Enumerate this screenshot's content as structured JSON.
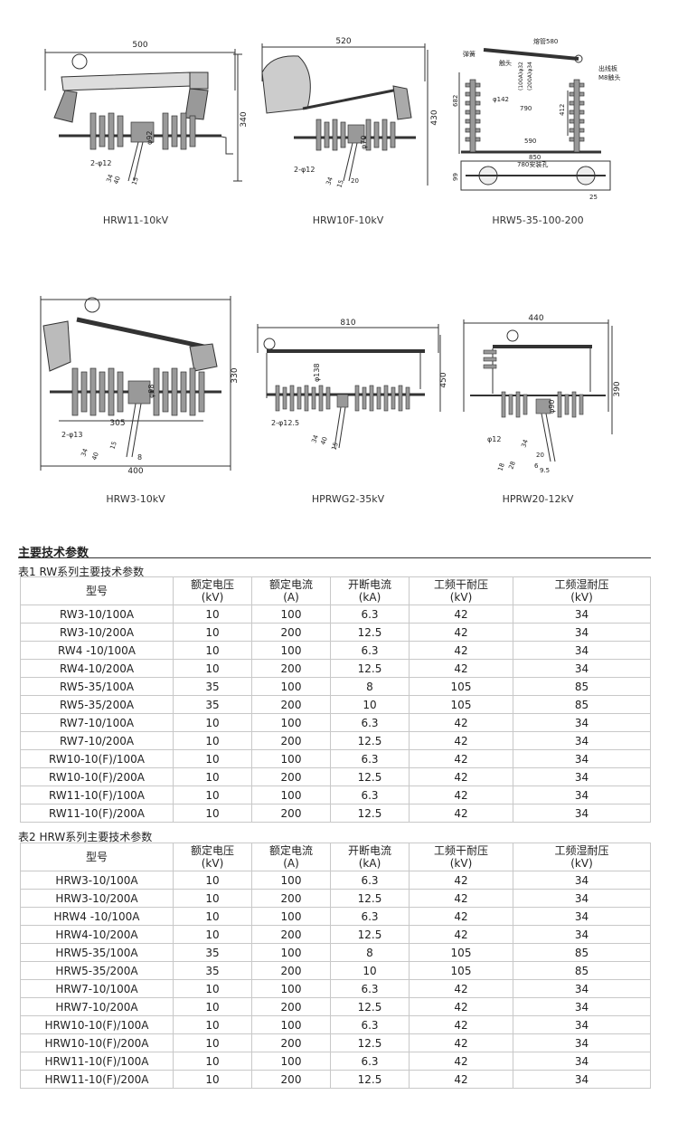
{
  "drawings": [
    {
      "caption": "HRW11-10kV",
      "dims": [
        "500",
        "340",
        "φ92",
        "2-φ12",
        "34",
        "40",
        "15"
      ]
    },
    {
      "caption": "HRW10F-10kV",
      "dims": [
        "520",
        "430",
        "φ70",
        "2-φ12",
        "34",
        "15",
        "20"
      ]
    },
    {
      "caption": "HRW5-35-100-200",
      "dims": [
        "熔管580",
        "弹簧",
        "触头",
        "出线板",
        "M8触头",
        "φ142",
        "790",
        "590",
        "850",
        "780安装孔",
        "682",
        "412",
        "99",
        "25",
        "(100A)φ32",
        "(200A)φ34"
      ]
    },
    {
      "caption": "HRW3-10kV",
      "dims": [
        "330",
        "305",
        "400",
        "φ98",
        "2-φ13",
        "34",
        "40",
        "15",
        "8"
      ]
    },
    {
      "caption": "HPRWG2-35kV",
      "dims": [
        "810",
        "450",
        "φ138",
        "2-φ12.5",
        "34",
        "40",
        "15"
      ]
    },
    {
      "caption": "HPRW20-12kV",
      "dims": [
        "440",
        "390",
        "φ90",
        "φ12",
        "34",
        "20",
        "28",
        "18",
        "6",
        "9.5"
      ]
    }
  ],
  "section_title": "主要技术参数",
  "header": {
    "model": "型号",
    "rated_voltage": [
      "额定电压",
      "(kV)"
    ],
    "rated_current": [
      "额定电流",
      "(A)"
    ],
    "breaking_current": [
      "开断电流",
      "(kA)"
    ],
    "dry_withstand": [
      "工频干耐压",
      "(kV)"
    ],
    "wet_withstand": [
      "工频湿耐压",
      "(kV)"
    ]
  },
  "table1": {
    "caption": "表1 RW系列主要技术参数",
    "rows": [
      [
        "RW3-10/100A",
        "10",
        "100",
        "6.3",
        "42",
        "34"
      ],
      [
        "RW3-10/200A",
        "10",
        "200",
        "12.5",
        "42",
        "34"
      ],
      [
        "RW4 -10/100A",
        "10",
        "100",
        "6.3",
        "42",
        "34"
      ],
      [
        "RW4-10/200A",
        "10",
        "200",
        "12.5",
        "42",
        "34"
      ],
      [
        "RW5-35/100A",
        "35",
        "100",
        "8",
        "105",
        "85"
      ],
      [
        "RW5-35/200A",
        "35",
        "200",
        "10",
        "105",
        "85"
      ],
      [
        "RW7-10/100A",
        "10",
        "100",
        "6.3",
        "42",
        "34"
      ],
      [
        "RW7-10/200A",
        "10",
        "200",
        "12.5",
        "42",
        "34"
      ],
      [
        "RW10-10(F)/100A",
        "10",
        "100",
        "6.3",
        "42",
        "34"
      ],
      [
        "RW10-10(F)/200A",
        "10",
        "200",
        "12.5",
        "42",
        "34"
      ],
      [
        "RW11-10(F)/100A",
        "10",
        "100",
        "6.3",
        "42",
        "34"
      ],
      [
        "RW11-10(F)/200A",
        "10",
        "200",
        "12.5",
        "42",
        "34"
      ]
    ]
  },
  "table2": {
    "caption": "表2 HRW系列主要技术参数",
    "rows": [
      [
        "HRW3-10/100A",
        "10",
        "100",
        "6.3",
        "42",
        "34"
      ],
      [
        "HRW3-10/200A",
        "10",
        "200",
        "12.5",
        "42",
        "34"
      ],
      [
        "HRW4 -10/100A",
        "10",
        "100",
        "6.3",
        "42",
        "34"
      ],
      [
        "HRW4-10/200A",
        "10",
        "200",
        "12.5",
        "42",
        "34"
      ],
      [
        "HRW5-35/100A",
        "35",
        "100",
        "8",
        "105",
        "85"
      ],
      [
        "HRW5-35/200A",
        "35",
        "200",
        "10",
        "105",
        "85"
      ],
      [
        "HRW7-10/100A",
        "10",
        "100",
        "6.3",
        "42",
        "34"
      ],
      [
        "HRW7-10/200A",
        "10",
        "200",
        "12.5",
        "42",
        "34"
      ],
      [
        "HRW10-10(F)/100A",
        "10",
        "100",
        "6.3",
        "42",
        "34"
      ],
      [
        "HRW10-10(F)/200A",
        "10",
        "200",
        "12.5",
        "42",
        "34"
      ],
      [
        "HRW11-10(F)/100A",
        "10",
        "100",
        "6.3",
        "42",
        "34"
      ],
      [
        "HRW11-10(F)/200A",
        "10",
        "200",
        "12.5",
        "42",
        "34"
      ]
    ]
  }
}
